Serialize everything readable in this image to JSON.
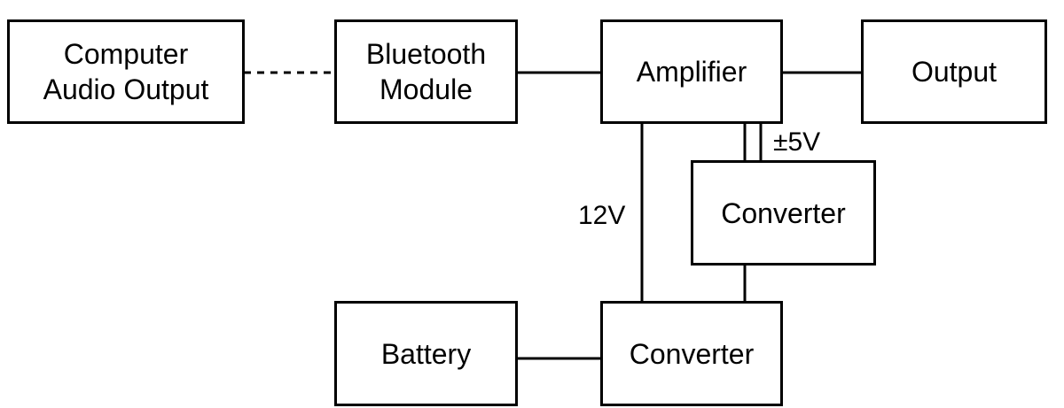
{
  "blocks": {
    "computer_audio": {
      "line1": "Computer",
      "line2": "Audio Output"
    },
    "bluetooth": {
      "line1": "Bluetooth",
      "line2": "Module"
    },
    "amplifier": {
      "label": "Amplifier"
    },
    "output": {
      "label": "Output"
    },
    "converter_upper": {
      "label": "Converter"
    },
    "battery": {
      "label": "Battery"
    },
    "converter_lower": {
      "label": "Converter"
    }
  },
  "labels": {
    "voltage_12v": "12V",
    "voltage_pm5v": "±5V"
  }
}
